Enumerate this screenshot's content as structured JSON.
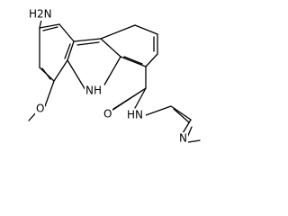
{
  "structure": {
    "labels": {
      "amine_top": "H2N",
      "methoxy_o": "O",
      "ring_nh": "NH",
      "amide_o": "O",
      "amide_nh": "HN",
      "dimethylamino_n": "N"
    }
  }
}
